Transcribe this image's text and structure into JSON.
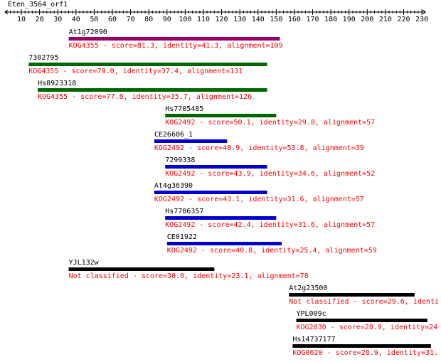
{
  "query": {
    "name": "Eten_3564_orf1",
    "axis_min": 1,
    "axis_max": 232,
    "tick_step": 10,
    "ticks": [
      10,
      20,
      30,
      40,
      50,
      60,
      70,
      80,
      90,
      100,
      110,
      120,
      130,
      140,
      150,
      160,
      170,
      180,
      190,
      200,
      210,
      220,
      230
    ]
  },
  "colors": {
    "axis": "#000000",
    "score_text": "#ff0000",
    "label_text": "#000000"
  },
  "hits": [
    {
      "name": "At1g72090",
      "start": 36,
      "end": 152,
      "color": "#990066",
      "text": "KOG4355 - score=81.3, identity=41.3, alignment=109"
    },
    {
      "name": "7302795",
      "start": 14,
      "end": 145,
      "color": "#006600",
      "text": "KOG4355 - score=79.0, identity=37.4, alignment=131"
    },
    {
      "name": "Hs8923318",
      "start": 19,
      "end": 145,
      "color": "#006600",
      "text": "KOG4355 - score=77.8, identity=35.7, alignment=126"
    },
    {
      "name": "Hs7705485",
      "start": 89,
      "end": 150,
      "color": "#006600",
      "text": "KOG2492 - score=50.1, identity=29.8, alignment=57"
    },
    {
      "name": "CE26606_1",
      "start": 83,
      "end": 123,
      "color": "#0000cc",
      "text": "KOG2492 - score=48.9, identity=53.8, alignment=39"
    },
    {
      "name": "7299338",
      "start": 89,
      "end": 145,
      "color": "#0000cc",
      "text": "KOG2492 - score=43.9, identity=34.6, alignment=52"
    },
    {
      "name": "At4g36390",
      "start": 83,
      "end": 145,
      "color": "#0000cc",
      "text": "KOG2492 - score=43.1, identity=31.6, alignment=57"
    },
    {
      "name": "Hs7706357",
      "start": 89,
      "end": 150,
      "color": "#0000cc",
      "text": "KOG2492 - score=42.4, identity=31.6, alignment=57"
    },
    {
      "name": "CE01922",
      "start": 90,
      "end": 153,
      "color": "#0000cc",
      "text": "KOG2492 - score=40.8, identity=25.4, alignment=59"
    },
    {
      "name": "YJL132w",
      "start": 36,
      "end": 116,
      "color": "#000000",
      "text": "Not classified - score=30.0, identity=23.1, alignment=78"
    },
    {
      "name": "At2g23500",
      "start": 157,
      "end": 226,
      "color": "#000000",
      "text": "Not classified - score=29.6, identi"
    },
    {
      "name": "YPL009c",
      "start": 161,
      "end": 233,
      "color": "#000000",
      "text": "KOG2030 - score=28.9, identity=24"
    },
    {
      "name": "Hs14737177",
      "start": 159,
      "end": 235,
      "color": "#000000",
      "text": "KOG0620 - score=28.9, identity=31."
    }
  ]
}
